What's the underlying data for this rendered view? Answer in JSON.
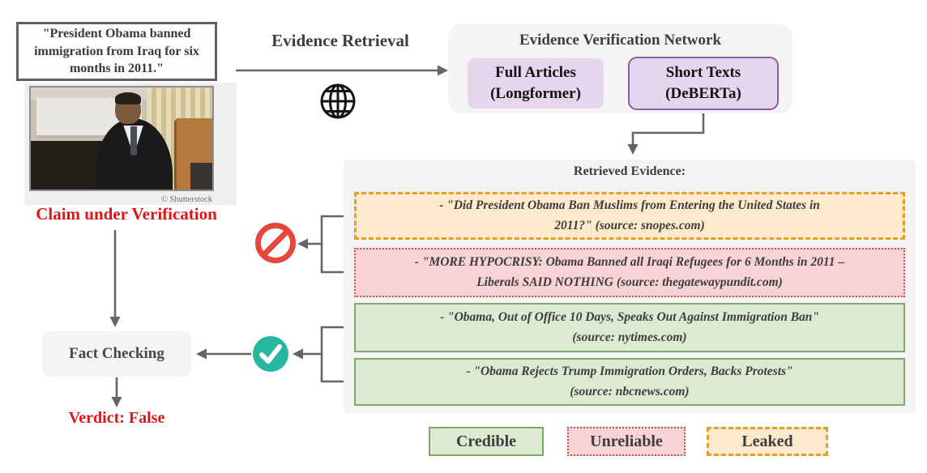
{
  "claim": {
    "quote": "\"President Obama banned\nimmigration from Iraq for six\nmonths in 2011.\"",
    "photo_credit": "© Shutterstock",
    "label": "Claim under Verification"
  },
  "retrieval": {
    "label": "Evidence Retrieval"
  },
  "network": {
    "title": "Evidence Verification Network",
    "modules": [
      {
        "label": "Full Articles\n(Longformer)"
      },
      {
        "label": "Short Texts\n(DeBERTa)"
      }
    ]
  },
  "evidence": {
    "title": "Retrieved Evidence:",
    "items": [
      {
        "status": "leaked",
        "text": "- \"Did President Obama Ban Muslims from Entering the United States in\n2011?\" (source: snopes.com)"
      },
      {
        "status": "unreliable",
        "text": "- \"MORE HYPOCRISY: Obama Banned all Iraqi Refugees for 6 Months in 2011 –\nLiberals SAID NOTHING (source: thegatewaypundit.com)"
      },
      {
        "status": "credible",
        "text": "- \"Obama, Out of Office 10 Days, Speaks Out Against Immigration Ban\"\n(source: nytimes.com)"
      },
      {
        "status": "credible",
        "text": "- \"Obama Rejects Trump Immigration Orders, Backs Protests\"\n(source: nbcnews.com)"
      }
    ]
  },
  "fact_checking": {
    "label": "Fact Checking",
    "verdict": "Verdict: False"
  },
  "legend": [
    {
      "label": "Credible"
    },
    {
      "label": "Unreliable"
    },
    {
      "label": "Leaked"
    }
  ],
  "colors": {
    "credible_bg": "#dcead2",
    "credible_border": "#7fa968",
    "unreliable_bg": "#f8d3d5",
    "unreliable_border": "#c4524a",
    "leaked_bg": "#fdeacd",
    "leaked_border": "#e1a128",
    "module_bg": "#e5d6ed",
    "module_border": "#8d5ca6",
    "panel_bg": "#f3f3f3",
    "red_text": "#d81a1a",
    "check_icon": "#27b7a1",
    "prohibition_icon": "#e5473f",
    "arrow": "#666666"
  }
}
